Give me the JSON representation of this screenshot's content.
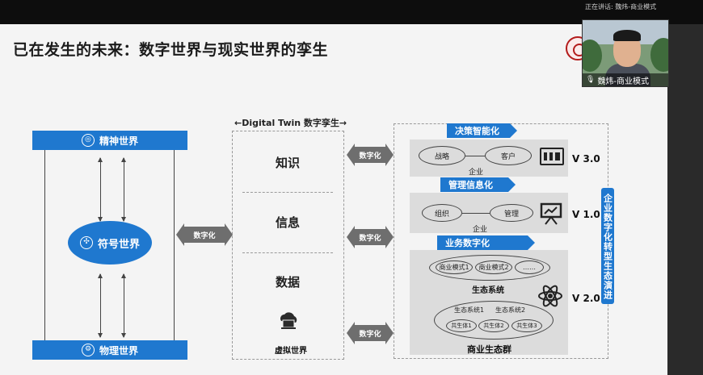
{
  "slide": {
    "title": "已在发生的未来：数字世界与现实世界的孪生",
    "left": {
      "spirit": "精神世界",
      "symbol": "符号世界",
      "physical": "物理世界"
    },
    "digital_twin_label": "←Digital Twin 数字孪生→",
    "column": {
      "knowledge": "知识",
      "information": "信息",
      "data": "数据",
      "virtual": "虚拟世界"
    },
    "digitize": "数字化",
    "right": {
      "decision_tag": "决策智能化",
      "strategy": "战略",
      "customer": "客户",
      "enterprise_1": "企业",
      "v3": "V 3.0",
      "management_tag": "管理信息化",
      "organization": "组织",
      "management": "管理",
      "enterprise_2": "企业",
      "v1": "V 1.0",
      "business_tag": "业务数字化",
      "bm1": "商业模式1",
      "bm2": "商业模式2",
      "bm_more": "……",
      "ecosystem": "生态系统",
      "eco1": "生态系统1",
      "eco2": "生态系统2",
      "sym1": "共生体1",
      "sym2": "共生体2",
      "sym3": "共生体3",
      "business_eco_group": "商业生态群",
      "v2": "V 2.0",
      "vertical": "企业数字化转型生态演进"
    }
  },
  "video": {
    "top_caption": "正在讲话: 魏炜-商业模式",
    "participant": "魏炜-商业模式"
  }
}
